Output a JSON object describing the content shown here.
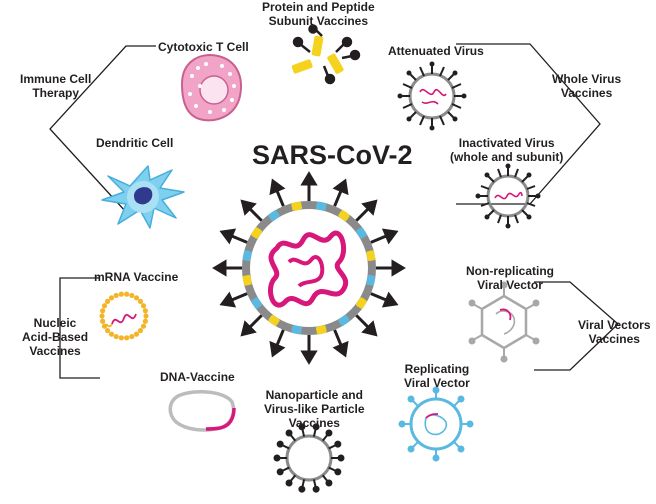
{
  "title": "SARS-CoV-2",
  "labels": {
    "protein_subunit": "Protein and Peptide\nSubunit Vaccines",
    "cytotoxic_t_cell": "Cytotoxic T Cell",
    "immune_cell_therapy": "Immune Cell\nTherapy",
    "dendritic_cell": "Dendritic Cell",
    "attenuated_virus": "Attenuated Virus",
    "whole_virus_vaccines": "Whole Virus\nVaccines",
    "inactivated_virus": "Inactivated Virus\n(whole and subunit)",
    "mrna_vaccine": "mRNA Vaccine",
    "nucleic_acid_vaccines": "Nucleic\nAcid-Based\nVaccines",
    "dna_vaccine": "DNA-Vaccine",
    "non_replicating_vector": "Non-replicating\nViral Vector",
    "viral_vectors_vaccines": "Viral Vectors\nVaccines",
    "replicating_vector": "Replicating\nViral Vector",
    "nanoparticle_vlp": "Nanoparticle and\nVirus-like Particle\nVaccines"
  },
  "colors": {
    "text": "#231f20",
    "magenta": "#d8177b",
    "yellow": "#f5d21e",
    "blue": "#5bb8e0",
    "gray": "#8a8a8a",
    "pink_cell": "#f2a3c8",
    "orange_dots": "#f3b428"
  }
}
